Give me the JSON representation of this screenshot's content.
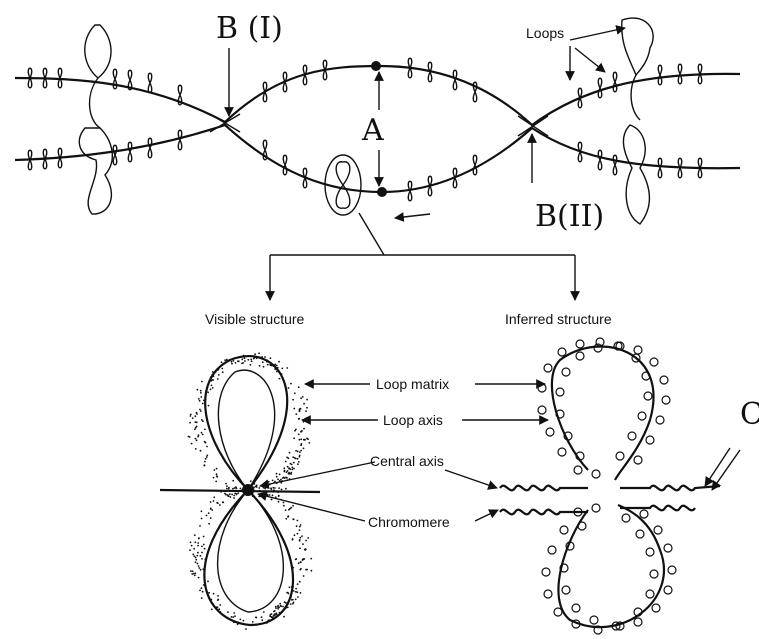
{
  "labels": {
    "b1": "B (I)",
    "a": "A",
    "b2": "B(II)",
    "loops": "Loops",
    "c": "C",
    "visible": "Visible structure",
    "inferred": "Inferred structure",
    "loop_matrix": "Loop matrix",
    "loop_axis": "Loop axis",
    "central_axis": "Central axis",
    "chromomere": "Chromomere"
  },
  "colors": {
    "ink": "#111111",
    "background": "#ffffff"
  }
}
